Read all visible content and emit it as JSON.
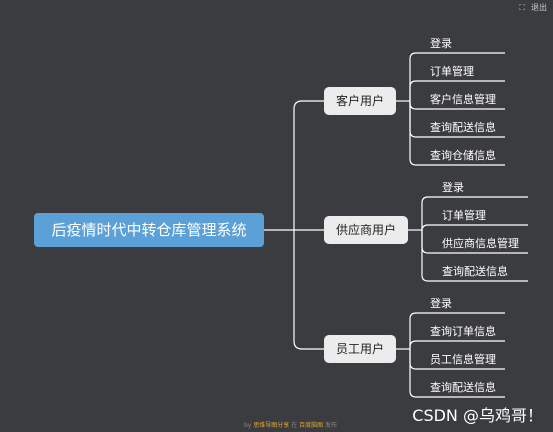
{
  "mindmap": {
    "root": "后疫情时代中转仓库管理系统",
    "branches": [
      {
        "label": "客户用户",
        "children": [
          "登录",
          "订单管理",
          "客户信息管理",
          "查询配送信息",
          "查询仓储信息"
        ]
      },
      {
        "label": "供应商用户",
        "children": [
          "登录",
          "订单管理",
          "供应商信息管理",
          "查询配送信息"
        ]
      },
      {
        "label": "员工用户",
        "children": [
          "登录",
          "查询订单信息",
          "员工信息管理",
          "查询配送信息"
        ]
      }
    ]
  },
  "toolbar": {
    "fullscreen_icon": "fullscreen-icon",
    "close_label": "退出"
  },
  "footer": {
    "prefix": "by ",
    "author": "思维导图分享",
    "middle": " 在 ",
    "site": "百度脑图",
    "suffix": " 发布"
  },
  "watermark": "CSDN @乌鸡哥！"
}
